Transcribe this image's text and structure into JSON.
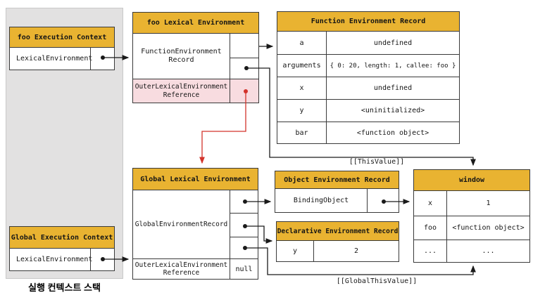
{
  "stack_panel": {
    "label": "실행 컨텍스트 스택",
    "foo_context": {
      "title": "foo Execution Context",
      "slot": "LexicalEnvironment"
    },
    "global_context": {
      "title": "Global Execution Context",
      "slot": "LexicalEnvironment"
    }
  },
  "foo_lexical_env": {
    "title": "foo Lexical Environment",
    "record_slot": "FunctionEnvironment\nRecord",
    "outer_ref_slot": "OuterLexicalEnvironment\nReference"
  },
  "function_env_record": {
    "title": "Function Environment Record",
    "rows": [
      {
        "key": "a",
        "value": "undefined"
      },
      {
        "key": "arguments",
        "value": "{ 0: 20, length: 1, callee: foo }"
      },
      {
        "key": "x",
        "value": "undefined"
      },
      {
        "key": "y",
        "value": "<uninitialized>"
      },
      {
        "key": "bar",
        "value": "<function object>"
      }
    ]
  },
  "global_lexical_env": {
    "title": "Global Lexical Environment",
    "record_slot": "GlobalEnvironmentRecord",
    "outer_ref_slot": "OuterLexicalEnvironment\nReference",
    "outer_ref_value": "null"
  },
  "object_env_record": {
    "title": "Object Environment Record",
    "binding_slot": "BindingObject"
  },
  "declarative_env_record": {
    "title": "Declarative Environment Record",
    "rows": [
      {
        "key": "y",
        "value": "2"
      }
    ]
  },
  "window_object": {
    "title": "window",
    "rows": [
      {
        "key": "x",
        "value": "1"
      },
      {
        "key": "foo",
        "value": "<function object>"
      },
      {
        "key": "...",
        "value": "..."
      }
    ]
  },
  "labels": {
    "this_value": "[[ThisValue]]",
    "global_this_value": "[[GlobalThisValue]]"
  },
  "colors": {
    "header_bg": "#E9B331",
    "panel_bg": "#E2E1E1",
    "outer_ref_bg": "#F8DCE0",
    "red_link": "#D3332B"
  }
}
